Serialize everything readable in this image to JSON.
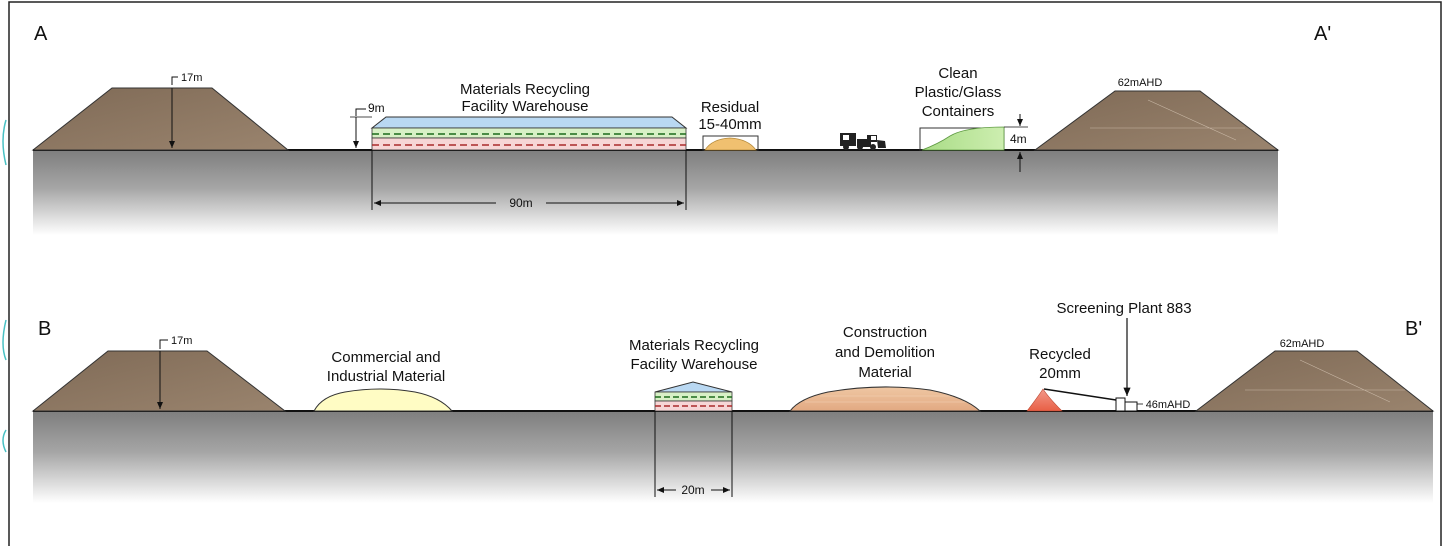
{
  "section_a": {
    "left_marker": "A",
    "right_marker": "A'",
    "mound_height": "17m",
    "mrf_title_line1": "Materials Recycling",
    "mrf_title_line2": "Facility Warehouse",
    "mrf_height": "9m",
    "mrf_width": "90m",
    "residual_line1": "Residual",
    "residual_line2": "15-40mm",
    "clean_line1": "Clean",
    "clean_line2": "Plastic/Glass",
    "clean_line3": "Containers",
    "clean_height": "4m",
    "right_level": "62mAHD"
  },
  "section_b": {
    "left_marker": "B",
    "right_marker": "B'",
    "mound_height": "17m",
    "ci_line1": "Commercial and",
    "ci_line2": "Industrial Material",
    "mrf_title_line1": "Materials Recycling",
    "mrf_title_line2": "Facility Warehouse",
    "mrf_width": "20m",
    "cd_line1": "Construction",
    "cd_line2": "and Demolition",
    "cd_line3": "Material",
    "recycled_line1": "Recycled",
    "recycled_line2": "20mm",
    "screening_label": "Screening Plant 883",
    "screening_level": "46mAHD",
    "right_level": "62mAHD"
  },
  "colors": {
    "mound": "#8a735e",
    "ground_top": "#818181",
    "ground_bottom": "#ffffff",
    "roof": "#b9d8f2",
    "band_green": "#d8f0c6",
    "band_pink": "#f7d6d6",
    "residual": "#f0c070",
    "clean": "#b9e89a",
    "ci": "#fffcc4",
    "cd": "#e8b890",
    "recycled": "#f08060"
  }
}
